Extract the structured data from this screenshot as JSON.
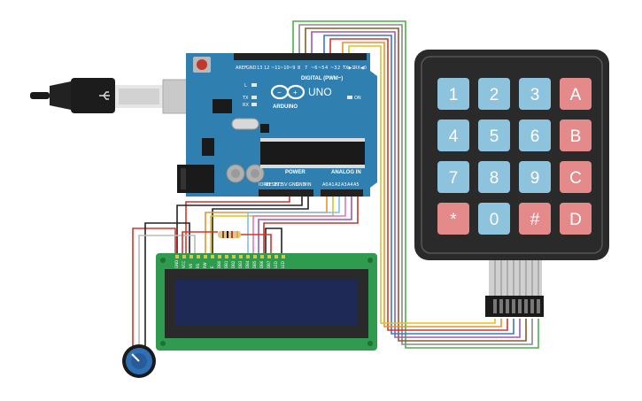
{
  "board": {
    "brand": "ARDUINO",
    "model": "UNO",
    "digital_label": "DIGITAL (PWM~)",
    "power_label": "POWER",
    "analog_label": "ANALOG IN",
    "aref": "AREF",
    "gnd": "GND",
    "digital_pins": [
      "13",
      "12",
      "~11",
      "~10",
      "~9",
      "8",
      "7",
      "~6",
      "~5",
      "4",
      "~3",
      "2",
      "TX▶1",
      "RX◀0"
    ],
    "power_pins": [
      "IOREF",
      "RESET",
      "3V3",
      "5V",
      "GND",
      "GND",
      "VIN"
    ],
    "analog_pins": [
      "A0",
      "A1",
      "A2",
      "A3",
      "A4",
      "A5"
    ],
    "led_labels": [
      "L",
      "TX",
      "RX",
      "ON"
    ]
  },
  "keypad": {
    "rows": [
      [
        "1",
        "2",
        "3",
        "A"
      ],
      [
        "4",
        "5",
        "6",
        "B"
      ],
      [
        "7",
        "8",
        "9",
        "C"
      ],
      [
        "*",
        "0",
        "#",
        "D"
      ]
    ]
  },
  "lcd": {
    "pins": [
      "GND",
      "VCC",
      "V0",
      "RS",
      "RW",
      "E",
      "DB0",
      "DB1",
      "DB2",
      "DB3",
      "DB4",
      "DB5",
      "DB6",
      "DB7",
      "LED",
      "LED"
    ]
  },
  "colors": {
    "board": "#2f7fb0",
    "key_number": "#8ec3de",
    "key_letter": "#e58a8a",
    "keypad_body": "#2a2a2a",
    "lcd_pcb": "#2e9b4e",
    "lcd_screen": "#1e2a55"
  }
}
